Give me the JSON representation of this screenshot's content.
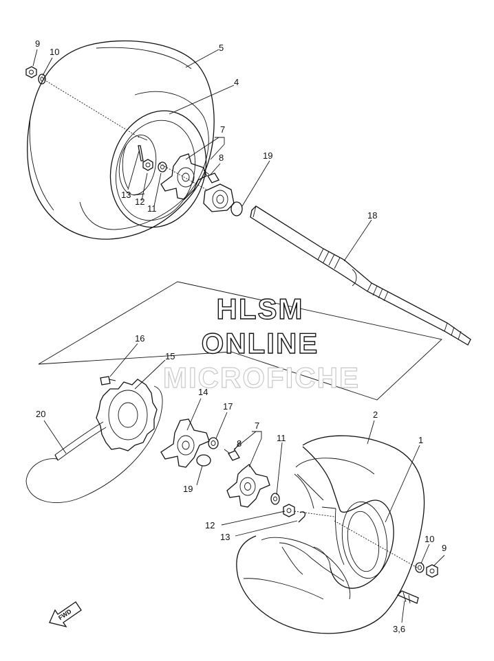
{
  "watermark": {
    "line1": "HLSM",
    "line2": "ONLINE",
    "line3": "MICROFICHE"
  },
  "fwd_label": "FWD",
  "callouts": {
    "c9_top": "9",
    "c10_top": "10",
    "c5": "5",
    "c4": "4",
    "c7_top": "7",
    "c8_top": "8",
    "c19_top": "19",
    "c18": "18",
    "c13_top": "13",
    "c12_top": "12",
    "c11_top": "11",
    "c16": "16",
    "c15": "15",
    "c20": "20",
    "c14": "14",
    "c17": "17",
    "c19_bottom": "19",
    "c8_bottom": "8",
    "c7_bottom": "7",
    "c11_bottom": "11",
    "c2": "2",
    "c1": "1",
    "c12_bottom": "12",
    "c13_bottom": "13",
    "c10_bottom": "10",
    "c9_bottom": "9",
    "c3_6": "3,6"
  }
}
